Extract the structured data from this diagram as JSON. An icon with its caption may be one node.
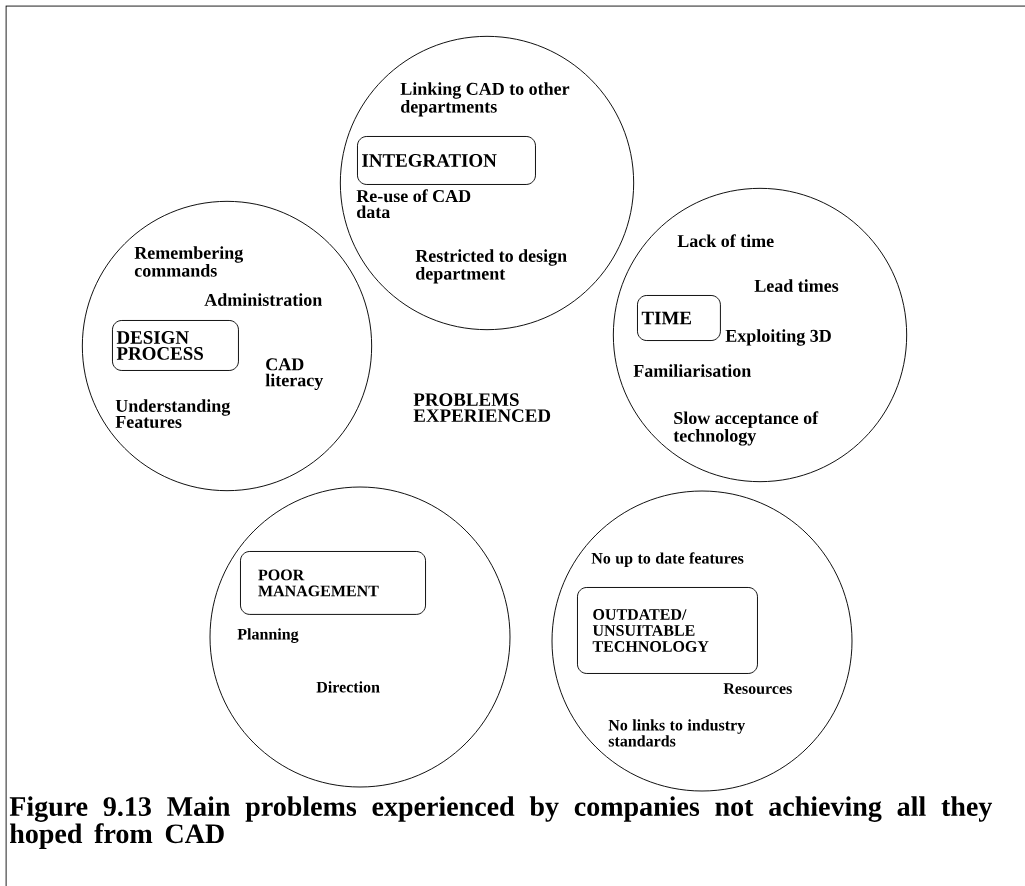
{
  "diagram": {
    "caption": "Figure 9.13 Main problems experienced by companies not achieving all they hoped from CAD",
    "nodes": [
      {
        "text": [
          "Linking CAD to other departments",
          "Re-use of CAD data",
          "Restricted to design department"
        ]
      },
      {
        "text": [
          "INTEGRATION"
        ],
        "in": 0
      },
      {
        "text": [
          "Remembering commands",
          "Administration",
          "CAD literacy",
          "Understanding Features"
        ]
      },
      {
        "text": [
          "DESIGN PROCESS"
        ],
        "in": 2
      },
      {
        "text": [
          "Lack of time",
          "Lead times",
          "Exploiting 3D",
          "Familiarisation",
          "Slow acceptance of technology"
        ]
      },
      {
        "text": [
          "TIME"
        ],
        "in": 4
      },
      {
        "text": [
          "Planning",
          "Direction"
        ]
      },
      {
        "text": [
          "POOR MANAGEMENT"
        ],
        "in": 6
      },
      {
        "text": [
          "No up to date features",
          "Resources",
          "No links to industry standards"
        ]
      },
      {
        "text": [
          "OUTDATED/ UNSUITABLE TECHNOLOGY"
        ],
        "in": 8
      }
    ],
    "labels": [
      "PROBLEMS EXPERIENCED"
    ]
  }
}
